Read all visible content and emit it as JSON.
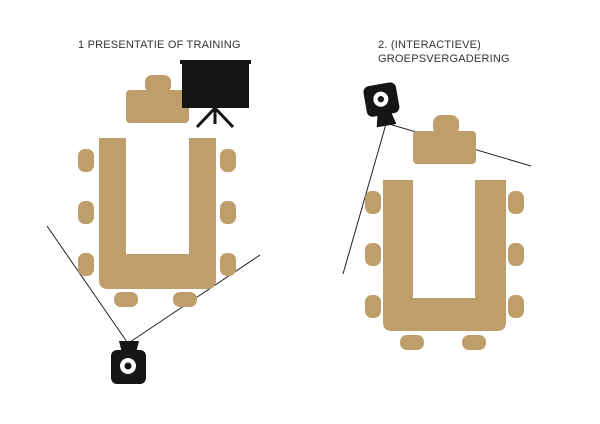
{
  "layouts": [
    {
      "number": "1",
      "title_line1": "PRESENTATIE OF TRAINING",
      "title_line2": ""
    },
    {
      "number": "2.",
      "title_line1": "(INTERACTIEVE)",
      "title_line2": "GROEPSVERGADERING"
    }
  ],
  "colors": {
    "table": "#BE9E6A",
    "equipment": "#151515",
    "lines": "#222222",
    "text": "#333333"
  },
  "icons": [
    "camera-icon",
    "projection-screen-icon",
    "u-table-icon",
    "chair-icon"
  ]
}
